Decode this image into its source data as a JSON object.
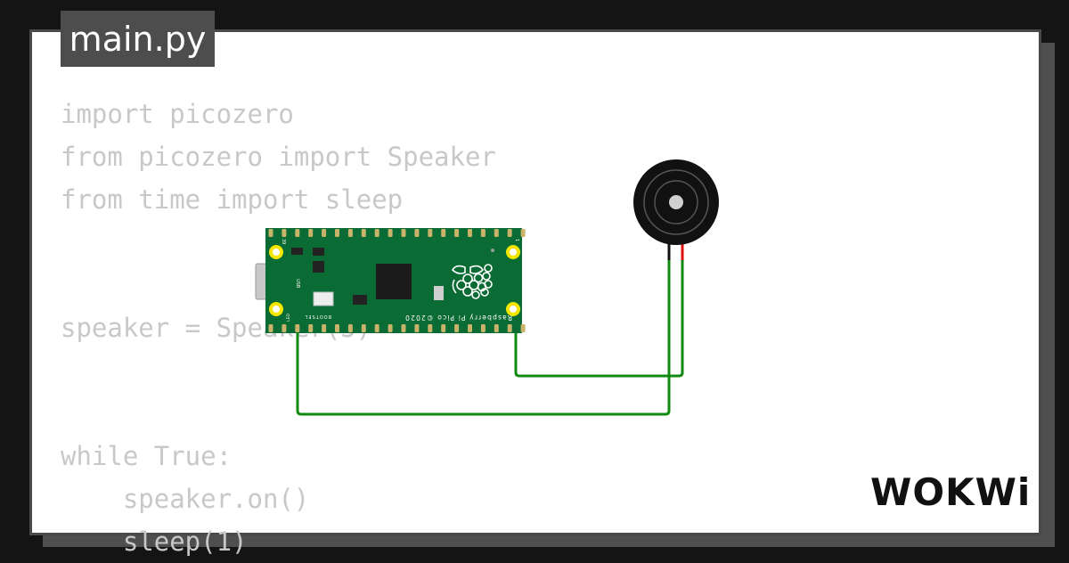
{
  "file_tab": {
    "label": "main.py"
  },
  "code_lines": [
    "import picozero",
    "from picozero import Speaker",
    "from time import sleep",
    "",
    "",
    "speaker = Speaker(5)",
    "",
    "",
    "while True:",
    "    speaker.on()",
    "    sleep(1)"
  ],
  "board": {
    "name": "Raspberry Pi Pico ©2020",
    "bootsel_label": "BOOTSEL",
    "usb_label": "USB",
    "led_label": "LED",
    "pin_label_left": "39",
    "pin_label_right": "1"
  },
  "brand": {
    "logo_text": "WOKWi"
  },
  "colors": {
    "board_green": "#0b6b34",
    "wire_green": "#118a11",
    "pin_yellow": "#f5e600",
    "buzzer_black": "#111111",
    "code_gray": "#c8c8c8",
    "tab_bg": "#4d4d4d",
    "frame_bg": "#141414"
  }
}
